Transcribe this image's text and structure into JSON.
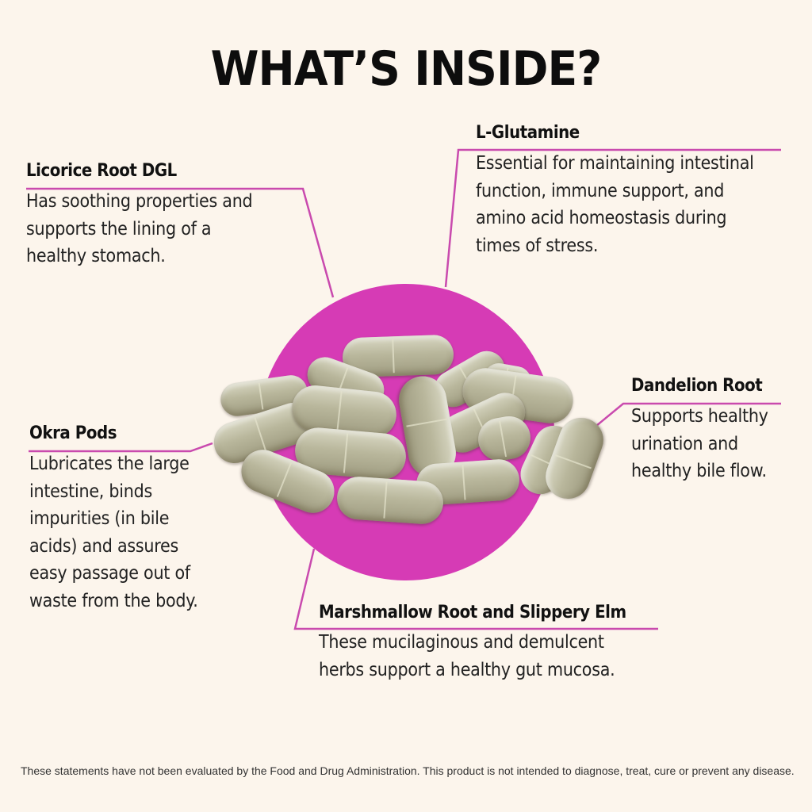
{
  "title": "WHAT’S INSIDE?",
  "colors": {
    "background": "#fcf5ec",
    "accent": "#d63bb5",
    "text": "#1a1a1a"
  },
  "image": {
    "description": "pile-of-herbal-capsules",
    "icon": "capsules-icon"
  },
  "ingredients": [
    {
      "name": "Licorice Root DGL",
      "lines": [
        "Has soothing properties and",
        "supports the lining of a",
        "healthy stomach."
      ]
    },
    {
      "name": "L-Glutamine",
      "lines": [
        "Essential for maintaining intestinal",
        "function, immune support, and",
        "amino acid homeostasis during",
        "times of stress."
      ]
    },
    {
      "name": "Okra Pods",
      "lines": [
        "Lubricates the large",
        "intestine, binds",
        "impurities (in bile",
        "acids) and assures",
        "easy passage out of",
        "waste from the body."
      ]
    },
    {
      "name": "Dandelion Root",
      "lines": [
        "Supports healthy",
        "urination and",
        "healthy bile flow."
      ]
    },
    {
      "name": "Marshmallow Root and Slippery Elm",
      "lines": [
        "These mucilaginous and demulcent",
        "herbs support a healthy gut mucosa."
      ]
    }
  ],
  "disclaimer": "These statements have not been evaluated by the Food and Drug Administration. This product is not intended to diagnose, treat, cure or prevent any disease."
}
